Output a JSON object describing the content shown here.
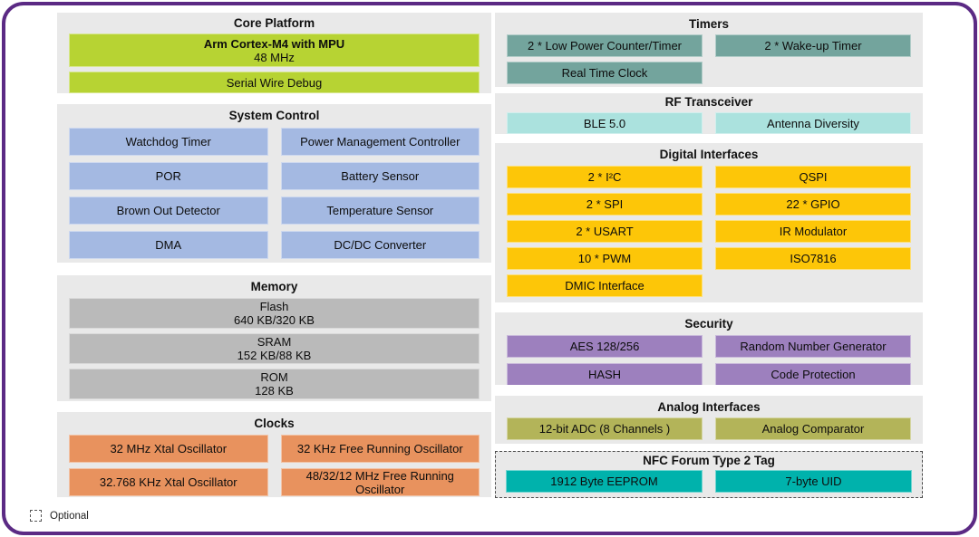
{
  "colors": {
    "frame_border": "#5b2a84",
    "section_bg": "#e9e9e9",
    "core_green": "#b7d333",
    "system_blue": "#a4b9e2",
    "memory_gray": "#bababa",
    "clocks_orange": "#e8925e",
    "timers_teal": "#73a49d",
    "rf_cyan": "#abe2de",
    "digital_yellow": "#fdc608",
    "security_purple": "#9d80be",
    "analog_olive": "#b3b459",
    "nfc_teal": "#00b2ac"
  },
  "legend": {
    "label": "Optional"
  },
  "sections": {
    "core_platform": {
      "title": "Core Platform",
      "cpu": {
        "line1": "Arm Cortex-M4 with MPU",
        "line2": "48 MHz"
      },
      "swd": "Serial Wire Debug"
    },
    "system_control": {
      "title": "System Control",
      "blocks": [
        "Watchdog Timer",
        "Power Management Controller",
        "POR",
        "Battery Sensor",
        "Brown Out Detector",
        "Temperature Sensor",
        "DMA",
        "DC/DC Converter"
      ]
    },
    "memory": {
      "title": "Memory",
      "flash": {
        "line1": "Flash",
        "line2": "640 KB/320 KB"
      },
      "sram": {
        "line1": "SRAM",
        "line2": "152 KB/88 KB"
      },
      "rom": {
        "line1": "ROM",
        "line2": "128 KB"
      }
    },
    "clocks": {
      "title": "Clocks",
      "blocks": [
        "32 MHz Xtal Oscillator",
        "32 KHz Free Running Oscillator",
        "32.768 KHz Xtal Oscillator",
        "48/32/12 MHz Free Running Oscillator"
      ]
    },
    "timers": {
      "title": "Timers",
      "blocks": [
        "2 * Low Power Counter/Timer",
        "2 * Wake-up Timer",
        "Real Time Clock"
      ]
    },
    "rf_transceiver": {
      "title": "RF Transceiver",
      "blocks": [
        "BLE 5.0",
        "Antenna Diversity"
      ]
    },
    "digital_interfaces": {
      "title": "Digital Interfaces",
      "left": [
        "2 * I²C",
        "2 * SPI",
        "2 * USART",
        "10 * PWM",
        "DMIC Interface"
      ],
      "right": [
        "QSPI",
        "22 * GPIO",
        "IR Modulator",
        "ISO7816"
      ]
    },
    "security": {
      "title": "Security",
      "blocks": [
        "AES 128/256",
        "Random Number Generator",
        "HASH",
        "Code Protection"
      ]
    },
    "analog_interfaces": {
      "title": "Analog Interfaces",
      "blocks": [
        "12-bit ADC (8 Channels )",
        "Analog Comparator"
      ]
    },
    "nfc": {
      "title": "NFC Forum Type 2 Tag",
      "optional": true,
      "blocks": [
        "1912 Byte EEPROM",
        "7-byte UID"
      ]
    }
  }
}
